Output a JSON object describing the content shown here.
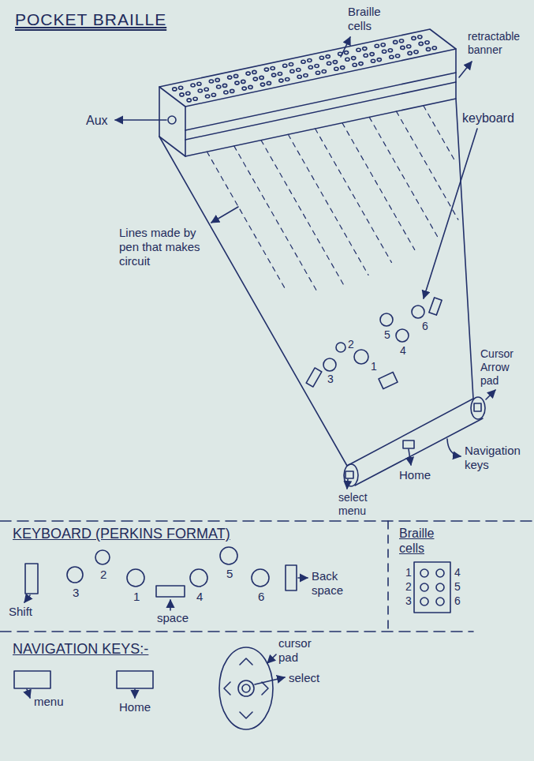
{
  "diagram": {
    "title": "POCKET BRAILLE",
    "labels": [
      "Braille cells",
      "retractable banner",
      "Aux",
      "keyboard",
      "Cursor Arrow pad",
      "Lines made by pen that makes circuit",
      "Navigation keys",
      "Home",
      "select menu",
      "3",
      "2",
      "1",
      "5",
      "4",
      "6",
      "KEYBOARD (PERKINS FORMAT)",
      "Shift",
      "3",
      "2",
      "1",
      "space",
      "4",
      "5",
      "6",
      "Back space",
      "Braille cells",
      "1",
      "2",
      "3",
      "4",
      "5",
      "6",
      "NAVIGATION KEYS:-",
      "menu",
      "Home",
      "cursor pad",
      "select"
    ]
  }
}
